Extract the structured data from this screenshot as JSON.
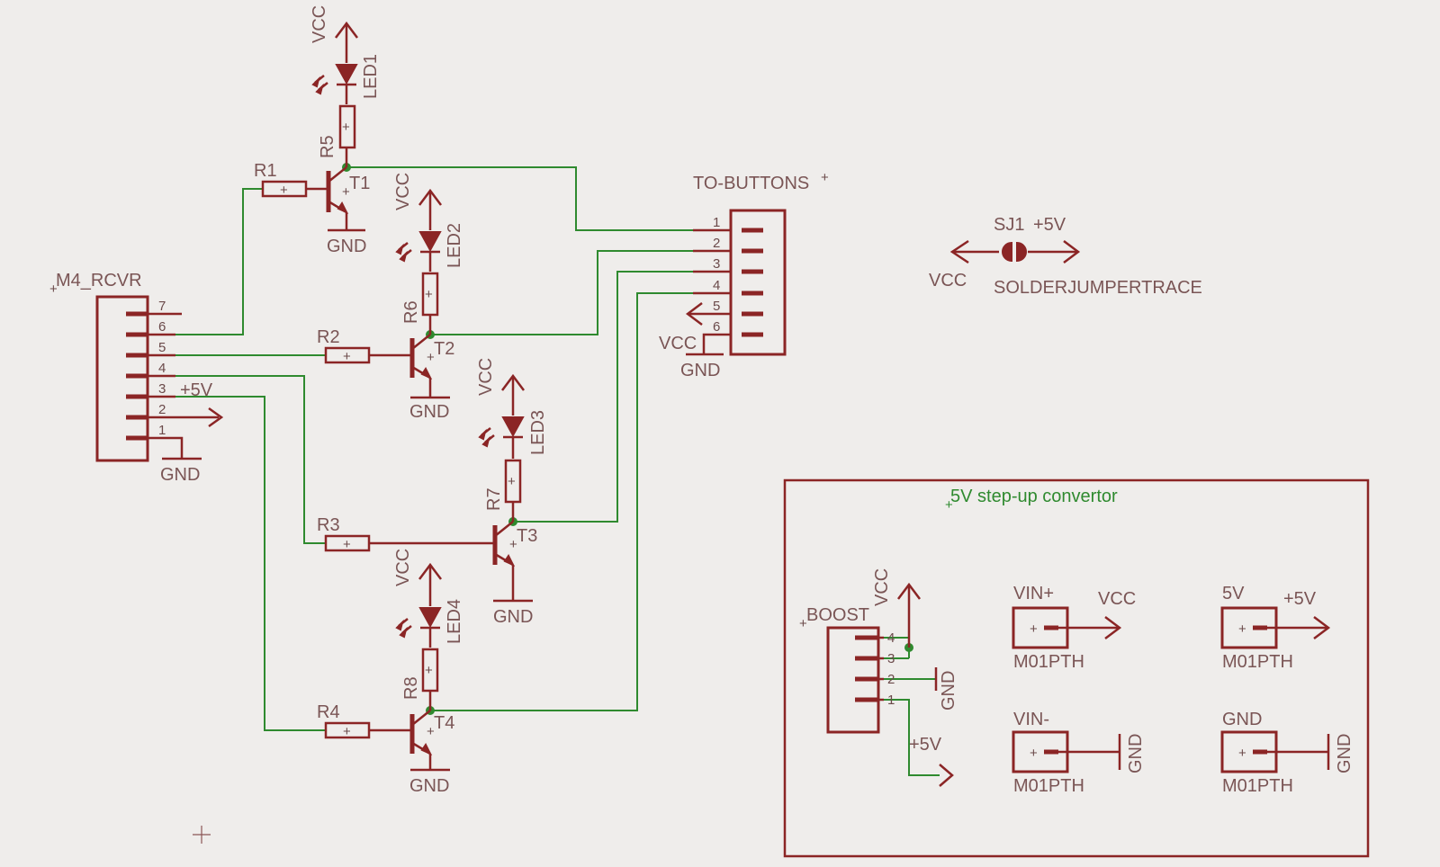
{
  "labels": {
    "vcc": "VCC",
    "gnd": "GND",
    "p5v": "+5V"
  },
  "parts": {
    "led1": "LED1",
    "led2": "LED2",
    "led3": "LED3",
    "led4": "LED4",
    "r1": "R1",
    "r2": "R2",
    "r3": "R3",
    "r4": "R4",
    "r5": "R5",
    "r6": "R6",
    "r7": "R7",
    "r8": "R8",
    "t1": "T1",
    "t2": "T2",
    "t3": "T3",
    "t4": "T4",
    "m4_rcvr": "M4_RCVR",
    "to_buttons": "TO-BUTTONS",
    "sj1": "SJ1",
    "solderjumper": "SOLDERJUMPERTRACE",
    "boost": "BOOST",
    "m01pth": "M01PTH",
    "vin_plus": "VIN+",
    "vin_minus": "VIN-",
    "five_v": "5V"
  },
  "group_title": "5V step-up convertor",
  "m4_pins": [
    "7",
    "6",
    "5",
    "4",
    "3",
    "2",
    "1"
  ],
  "tb_pins": [
    "1",
    "2",
    "3",
    "4",
    "5",
    "6"
  ],
  "boost_pins": [
    "4",
    "3",
    "2",
    "1"
  ],
  "colors": {
    "wire": "#2f8a2f",
    "part": "#8b2525",
    "background": "#efedeb"
  }
}
